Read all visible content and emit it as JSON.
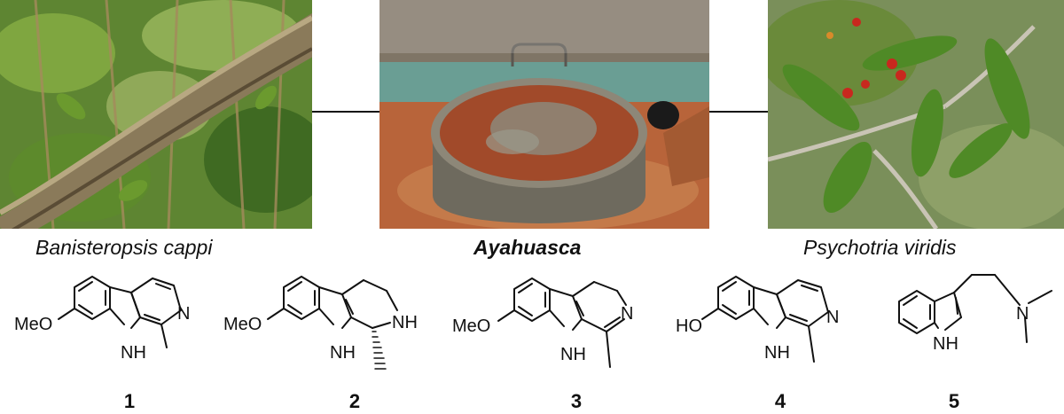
{
  "figure": {
    "photos": {
      "left": "Banisteriopsis caapi vine photo",
      "center": "Ayahuasca brewing pot photo",
      "right": "Psychotria viridis plant photo"
    },
    "captions": {
      "left": "Banisteropsis cappi",
      "center": "Ayahuasca",
      "right": "Psychotria viridis"
    }
  },
  "compounds": [
    {
      "number": "1",
      "substituent": "MeO",
      "nh": "NH",
      "ring_atom": "N"
    },
    {
      "number": "2",
      "substituent": "MeO",
      "nh": "NH",
      "ring_atom": "NH"
    },
    {
      "number": "3",
      "substituent": "MeO",
      "nh": "NH",
      "ring_atom": "N"
    },
    {
      "number": "4",
      "substituent": "HO",
      "nh": "NH",
      "ring_atom": "N"
    },
    {
      "number": "5",
      "nh": "NH",
      "ring_atom": "N"
    }
  ],
  "colors": {
    "line": "#111111",
    "foliage": "#5f8f2f",
    "vine": "#8a7a5a",
    "soil": "#b8643a",
    "metal": "#6e6a5e",
    "berry": "#c8281e"
  }
}
